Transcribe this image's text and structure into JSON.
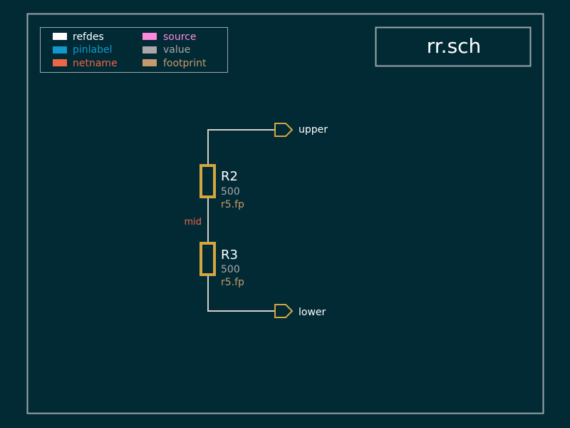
{
  "title": "rr.sch",
  "legend": [
    {
      "label": "refdes",
      "color": "#ffffff"
    },
    {
      "label": "source",
      "color": "#ff88dd"
    },
    {
      "label": "pinlabel",
      "color": "#1199cc"
    },
    {
      "label": "value",
      "color": "#a8a8a8"
    },
    {
      "label": "netname",
      "color": "#ee6644"
    },
    {
      "label": "footprint",
      "color": "#c49a6c"
    }
  ],
  "colors": {
    "background": "#022a35",
    "frame": "#9aa6aa",
    "wire": "#d4d0c6",
    "component": "#d4a640",
    "refdes": "#ffffff",
    "value": "#a8a8a8",
    "netname": "#ee6644",
    "footprint": "#c49a6c"
  },
  "ports": {
    "upper": "upper",
    "lower": "lower"
  },
  "net_mid": "mid",
  "components": {
    "r2": {
      "refdes": "R2",
      "value": "500",
      "footprint": "r5.fp"
    },
    "r3": {
      "refdes": "R3",
      "value": "500",
      "footprint": "r5.fp"
    }
  }
}
